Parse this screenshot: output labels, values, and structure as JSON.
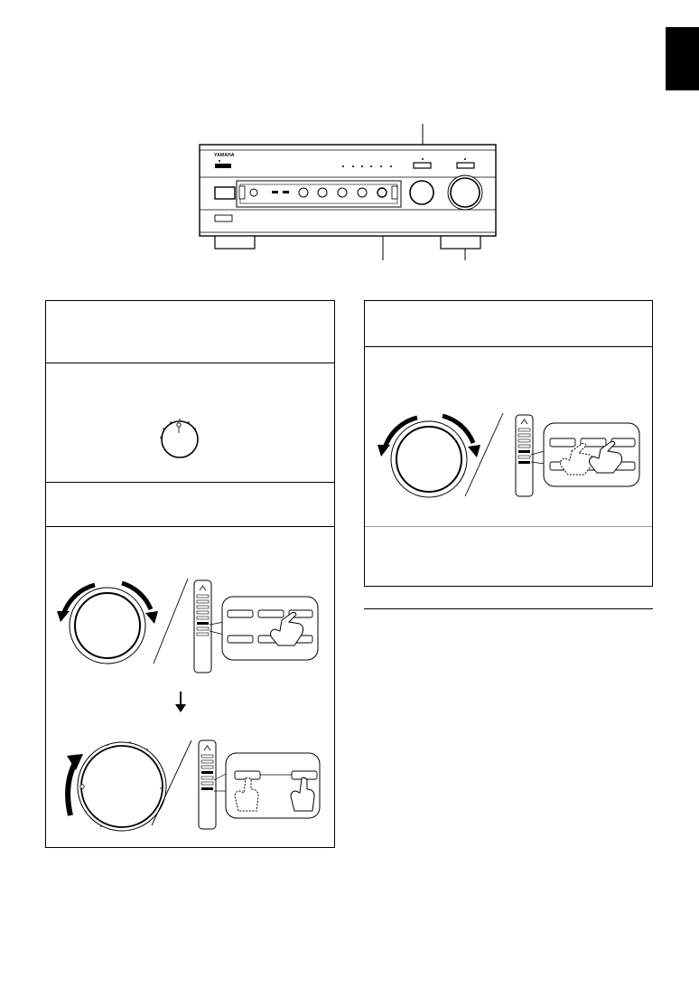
{
  "receiver": {
    "brand": "YAMAHA"
  },
  "colors": {
    "ink": "#000000",
    "tab": "#000000",
    "divider_grey": "#9a9a9a",
    "paper": "#ffffff"
  },
  "icons": [
    "page-tab",
    "receiver-front-panel-illustration",
    "dial-knob-illustration",
    "rotary-knob-both-directions-icon",
    "remote-control-icon",
    "finger-press-icon",
    "down-arrow-icon",
    "rotary-knob-clockwise-icon"
  ]
}
